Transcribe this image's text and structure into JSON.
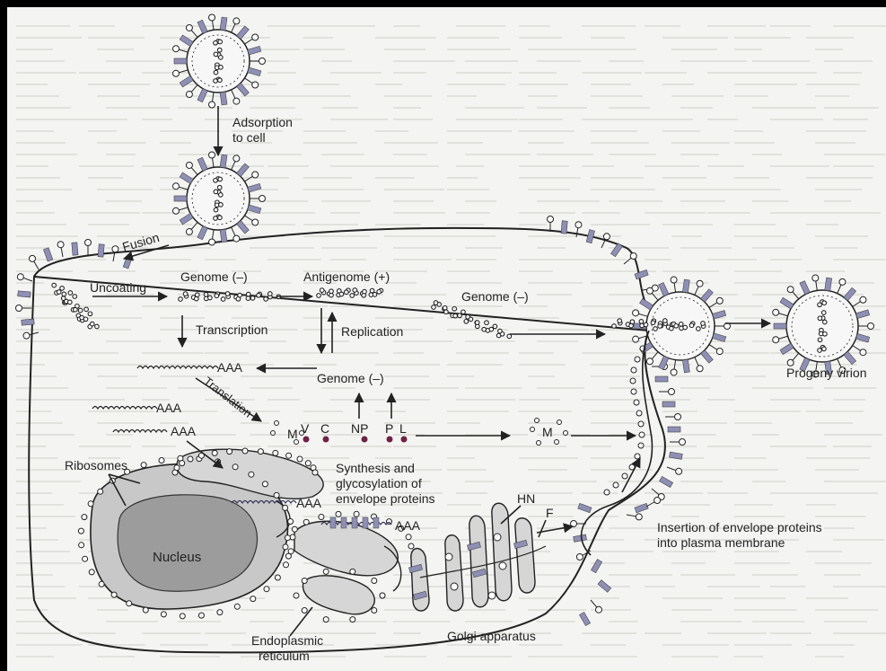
{
  "labels": {
    "adsorption_line1": "Adsorption",
    "adsorption_line2": "to cell",
    "fusion": "Fusion",
    "uncoating": "Uncoating",
    "genome_neg_1": "Genome (–)",
    "antigenome_pos": "Antigenome (+)",
    "transcription": "Transcription",
    "replication": "Replication",
    "genome_neg_2": "Genome (–)",
    "genome_neg_3": "Genome (–)",
    "aaa_1": "AAA",
    "aaa_2": "AAA",
    "aaa_3": "AAA",
    "aaa_4": "AAA",
    "aaa_5": "AAA",
    "translation": "Translation",
    "protein_v": "V",
    "protein_c": "C",
    "protein_np": "NP",
    "protein_p": "P",
    "protein_l": "L",
    "m_left": "M",
    "m_right": "M",
    "ribosomes": "Ribosomes",
    "synthesis_line1": "Synthesis and",
    "synthesis_line2": "glycosylation of",
    "synthesis_line3": "envelope proteins",
    "hn": "HN",
    "f": "F",
    "nucleus": "Nucleus",
    "er_line1": "Endoplasmic",
    "er_line2": "reticulum",
    "golgi": "Golgi apparatus",
    "insertion_line1": "Insertion of envelope proteins",
    "insertion_line2": "into plasma membrane",
    "progeny": "Progeny virion"
  },
  "colors": {
    "background": "#f4f4f2",
    "ink": "#222222",
    "spike_blue": "#8f8fb6",
    "nucleus_fill": "#c8c8c8",
    "nucleus_inner": "#9c9c9c",
    "protein_dot": "#6e2244"
  }
}
